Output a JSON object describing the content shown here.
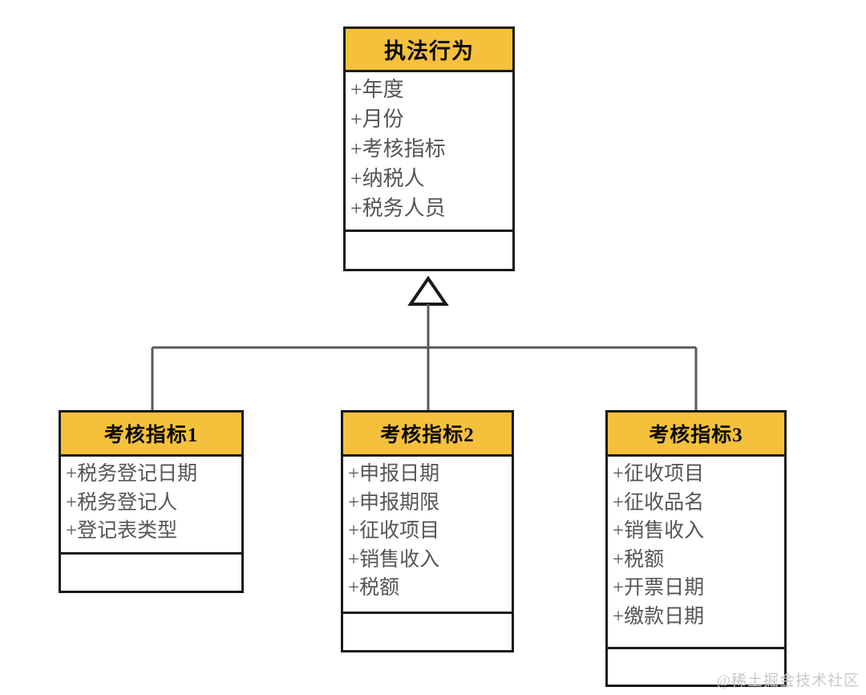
{
  "diagram": {
    "type": "uml-class-diagram",
    "relationship": "generalization",
    "colors": {
      "header_fill": "#F5C13C",
      "border": "#1a1a1a",
      "connector": "#595959",
      "attribute_text": "#555555",
      "background": "#ffffff",
      "watermark": "#c9c9c9"
    },
    "root": {
      "name": "执法行为",
      "attributes": [
        "+年度",
        "+月份",
        "+考核指标",
        "+纳税人",
        "+税务人员"
      ],
      "methods": []
    },
    "children": [
      {
        "name": "考核指标1",
        "attributes": [
          "+税务登记日期",
          "+税务登记人",
          "+登记表类型"
        ],
        "methods": []
      },
      {
        "name": "考核指标2",
        "attributes": [
          "+申报日期",
          "+申报期限",
          "+征收项目",
          "+销售收入",
          "+税额"
        ],
        "methods": []
      },
      {
        "name": "考核指标3",
        "attributes": [
          "+征收项目",
          "+征收品名",
          "+销售收入",
          "+税额",
          "+开票日期",
          "+缴款日期"
        ],
        "methods": []
      }
    ]
  },
  "watermark": {
    "text": "@稀土掘金技术社区"
  }
}
